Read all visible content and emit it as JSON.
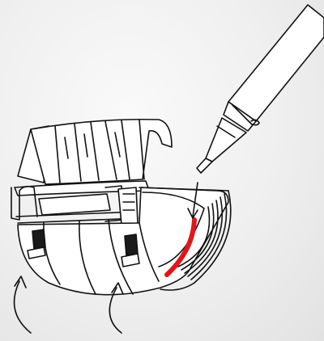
{
  "illustration": {
    "background": "#ececec",
    "line_color": "#111111",
    "fill_color": "#ffffff",
    "accent_color": "#e0161c",
    "latch_color": "#1a1a1a",
    "parts": [
      "gutter-connector",
      "hinged-cover",
      "sealant-cartridge",
      "sealant-bead",
      "latch-clips",
      "guidance-arrows"
    ]
  }
}
